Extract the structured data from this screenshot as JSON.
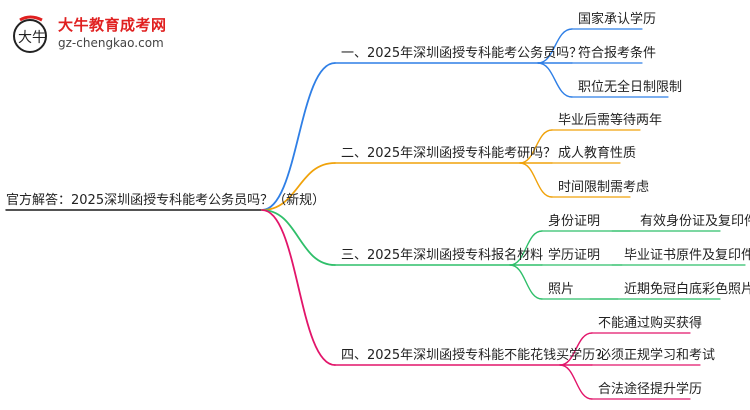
{
  "logo": {
    "title": "大牛教育成考网",
    "url": "gz-chengkao.com",
    "mark_text": "大牛"
  },
  "colors": {
    "branch1": "#2f7fe6",
    "branch2": "#f0a20a",
    "branch3": "#2fbf6a",
    "branch4": "#e2156a",
    "root_line": "#1a1a1a"
  },
  "root": "官方解答：2025深圳函授专科能考公务员吗？（新规）",
  "branches": [
    {
      "label": "一、2025年深圳函授专科能考公务员吗？",
      "children": [
        {
          "label": "国家承认学历"
        },
        {
          "label": "符合报考条件"
        },
        {
          "label": "职位无全日制限制"
        }
      ]
    },
    {
      "label": "二、2025年深圳函授专科能考研吗？",
      "children": [
        {
          "label": "毕业后需等待两年"
        },
        {
          "label": "成人教育性质"
        },
        {
          "label": "时间限制需考虑"
        }
      ]
    },
    {
      "label": "三、2025年深圳函授专科报名材料",
      "children": [
        {
          "label": "身份证明",
          "detail": "有效身份证及复印件"
        },
        {
          "label": "学历证明",
          "detail": "毕业证书原件及复印件"
        },
        {
          "label": "照片",
          "detail": "近期免冠白底彩色照片"
        }
      ]
    },
    {
      "label": "四、2025年深圳函授专科能不能花钱买学历？",
      "children": [
        {
          "label": "不能通过购买获得"
        },
        {
          "label": "必须正规学习和考试"
        },
        {
          "label": "合法途径提升学历"
        }
      ]
    }
  ]
}
